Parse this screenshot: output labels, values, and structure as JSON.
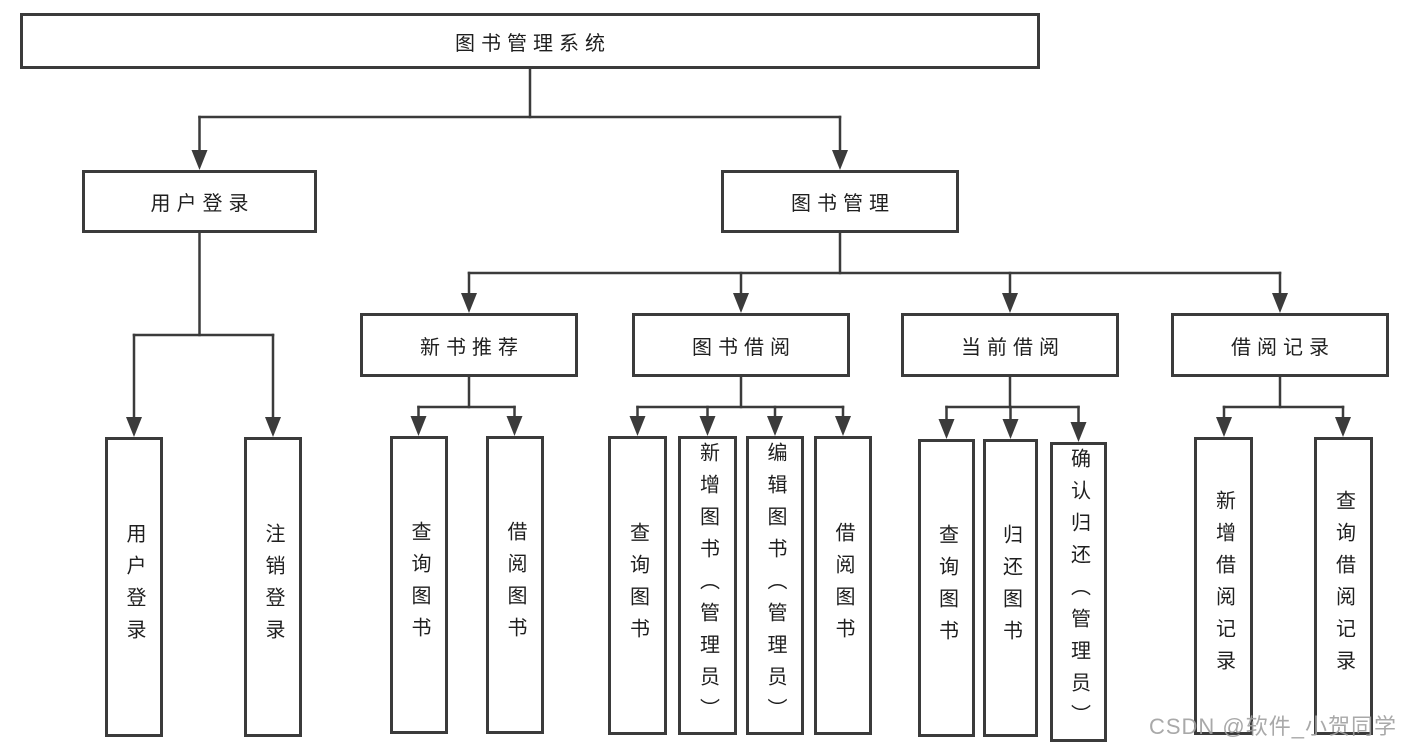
{
  "tree": {
    "root": {
      "label": "图书管理系统"
    },
    "branches": [
      {
        "label": "用户登录",
        "children": [
          {
            "label": "用户登录"
          },
          {
            "label": "注销登录"
          }
        ]
      },
      {
        "label": "图书管理",
        "children": [
          {
            "label": "新书推荐",
            "children": [
              {
                "label": "查询图书"
              },
              {
                "label": "借阅图书"
              }
            ]
          },
          {
            "label": "图书借阅",
            "children": [
              {
                "label": "查询图书"
              },
              {
                "label": "新增图书（管理员）"
              },
              {
                "label": "编辑图书（管理员）"
              },
              {
                "label": "借阅图书"
              }
            ]
          },
          {
            "label": "当前借阅",
            "children": [
              {
                "label": "查询图书"
              },
              {
                "label": "归还图书"
              },
              {
                "label": "确认归还（管理员）"
              }
            ]
          },
          {
            "label": "借阅记录",
            "children": [
              {
                "label": "新增借阅记录"
              },
              {
                "label": "查询借阅记录"
              }
            ]
          }
        ]
      }
    ]
  },
  "watermark": {
    "text": "CSDN @软件_小贺同学"
  },
  "colors": {
    "line": "#3b3b3b",
    "text": "#1f1f1f",
    "watermark": "#a0a0a0",
    "background": "#ffffff"
  }
}
